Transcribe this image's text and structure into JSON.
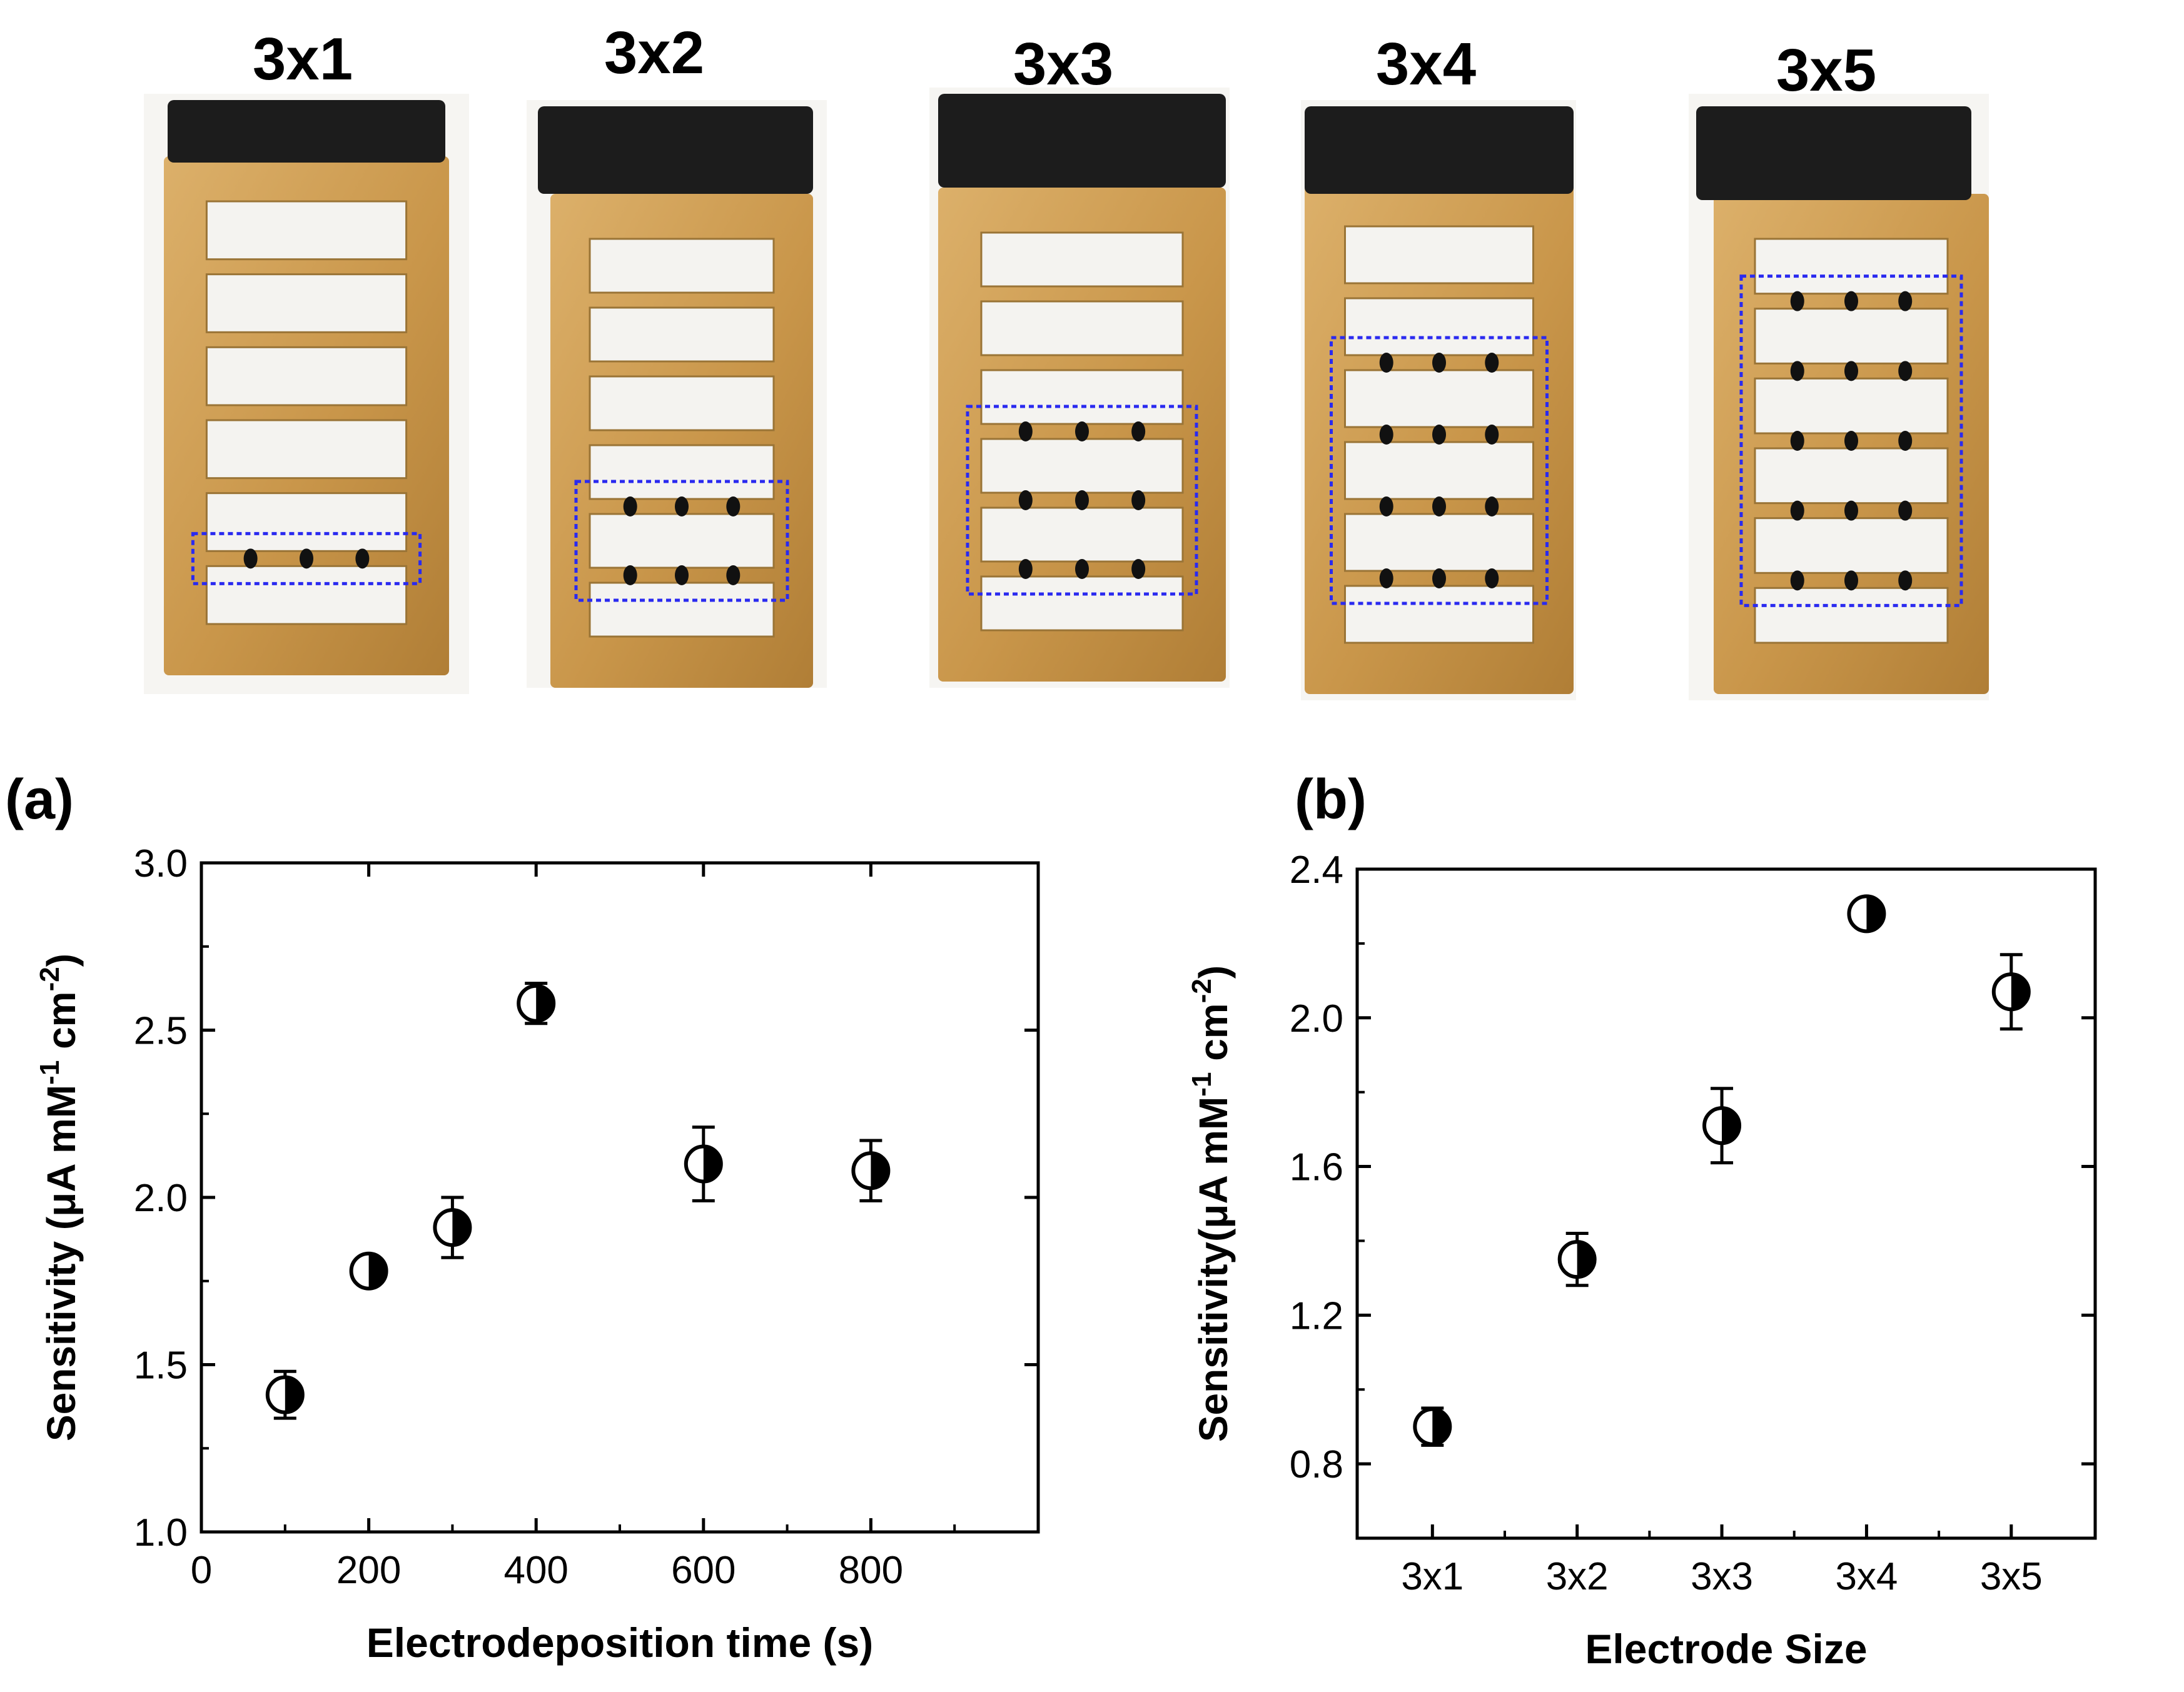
{
  "photos": [
    {
      "label": "3x1",
      "highlighted_rows": [
        5
      ]
    },
    {
      "label": "3x2",
      "highlighted_rows": [
        4,
        5
      ]
    },
    {
      "label": "3x3",
      "highlighted_rows": [
        3,
        4,
        5
      ]
    },
    {
      "label": "3x4",
      "highlighted_rows": [
        2,
        3,
        4,
        5
      ]
    },
    {
      "label": "3x5",
      "highlighted_rows": [
        1,
        2,
        3,
        4,
        5
      ]
    }
  ],
  "colors": {
    "electrode_gold": "#c9964a",
    "electrode_gold_light": "#dcb06a",
    "tape": "#1c1c1c",
    "highlight_box": "#2a2af0",
    "deposit": "#111111",
    "axis": "#000000"
  },
  "chart_data": [
    {
      "panel": "(a)",
      "type": "scatter",
      "marker": "half-filled circle",
      "xlabel": "Electrodeposition time (s)",
      "ylabel": "Sensitivity (μA mM⁻¹ cm⁻²)",
      "ylabel_parts": {
        "pre": "Sensitivity (μA mM",
        "sup1": "-1",
        "mid": " cm",
        "sup2": "-2",
        "post": ")"
      },
      "xlim": [
        0,
        1000
      ],
      "ylim": [
        1.0,
        3.0
      ],
      "xticks": [
        "0",
        "200",
        "400",
        "600",
        "800"
      ],
      "yticks": [
        "1.0",
        "1.5",
        "2.0",
        "2.5",
        "3.0"
      ],
      "points": [
        {
          "x": 100,
          "y": 1.41,
          "err": 0.07
        },
        {
          "x": 200,
          "y": 1.78,
          "err": 0.02
        },
        {
          "x": 300,
          "y": 1.91,
          "err": 0.09
        },
        {
          "x": 400,
          "y": 2.58,
          "err": 0.06
        },
        {
          "x": 600,
          "y": 2.1,
          "err": 0.11
        },
        {
          "x": 800,
          "y": 2.08,
          "err": 0.09
        }
      ]
    },
    {
      "panel": "(b)",
      "type": "scatter",
      "marker": "half-filled circle",
      "xlabel": "Electrode Size",
      "ylabel": "Sensitivity(μA mM⁻¹ cm⁻²)",
      "ylabel_parts": {
        "pre": "Sensitivity(μA mM",
        "sup1": "-1",
        "mid": " cm",
        "sup2": "-2",
        "post": ")"
      },
      "categories": [
        "3x1",
        "3x2",
        "3x3",
        "3x4",
        "3x5"
      ],
      "ylim": [
        0.6,
        2.4
      ],
      "yticks": [
        "0.8",
        "1.2",
        "1.6",
        "2.0",
        "2.4"
      ],
      "points": [
        {
          "x": "3x1",
          "y": 0.9,
          "err": 0.05
        },
        {
          "x": "3x2",
          "y": 1.35,
          "err": 0.07
        },
        {
          "x": "3x3",
          "y": 1.71,
          "err": 0.1
        },
        {
          "x": "3x4",
          "y": 2.28,
          "err": 0.03
        },
        {
          "x": "3x5",
          "y": 2.07,
          "err": 0.1
        }
      ]
    }
  ]
}
